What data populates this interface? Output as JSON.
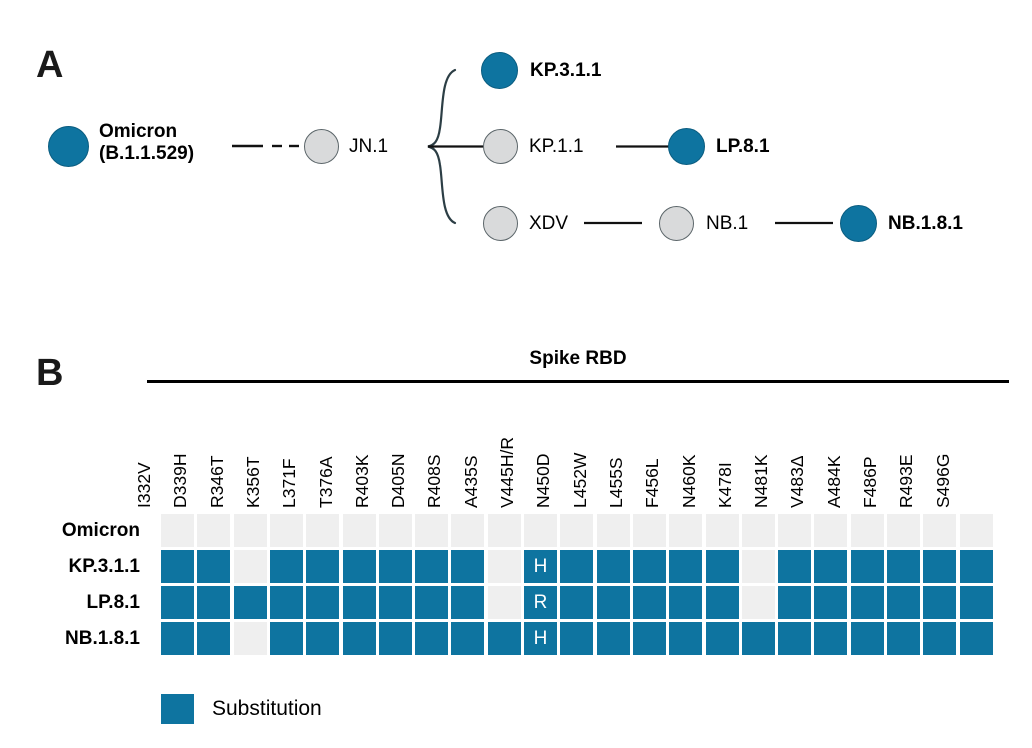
{
  "panels": {
    "a": {
      "letter": "A",
      "nodes": [
        {
          "id": "omicron",
          "label": "Omicron\n(B.1.1.529)",
          "label_line1": "Omicron",
          "label_line2": "(B.1.1.529)",
          "fill": "filled",
          "bold": true
        },
        {
          "id": "jn1",
          "label": "JN.1",
          "fill": "empty",
          "bold": false
        },
        {
          "id": "kp311",
          "label": "KP.3.1.1",
          "fill": "filled",
          "bold": true
        },
        {
          "id": "kp11",
          "label": "KP.1.1",
          "fill": "empty",
          "bold": false
        },
        {
          "id": "lp81",
          "label": "LP.8.1",
          "fill": "filled",
          "bold": true
        },
        {
          "id": "xdv",
          "label": "XDV",
          "fill": "empty",
          "bold": false
        },
        {
          "id": "nb1",
          "label": "NB.1",
          "fill": "empty",
          "bold": false
        },
        {
          "id": "nb181",
          "label": "NB.1.8.1",
          "fill": "filled",
          "bold": true
        }
      ],
      "colors": {
        "filled": "#0e74a0",
        "empty": "#d9dadb",
        "stroke": "#2c3e45"
      }
    },
    "b": {
      "letter": "B",
      "title": "Spike RBD",
      "legend_label": "Substitution",
      "legend_color": "#0e74a0",
      "empty_color": "#efefef"
    }
  },
  "chart_data": {
    "type": "heatmap",
    "title": "Spike RBD",
    "xlabel": "",
    "ylabel": "",
    "legend": [
      {
        "label": "Substitution",
        "color": "#0e74a0"
      }
    ],
    "categories": [
      "I332V",
      "D339H",
      "R346T",
      "K356T",
      "L371F",
      "T376A",
      "R403K",
      "D405N",
      "R408S",
      "A435S",
      "V445H/R",
      "N450D",
      "L452W",
      "L455S",
      "F456L",
      "N460K",
      "K478I",
      "N481K",
      "V483Δ",
      "A484K",
      "F486P",
      "R493E",
      "S496G"
    ],
    "rows": [
      {
        "name": "Omicron",
        "values": [
          0,
          0,
          0,
          0,
          0,
          0,
          0,
          0,
          0,
          0,
          0,
          0,
          0,
          0,
          0,
          0,
          0,
          0,
          0,
          0,
          0,
          0,
          0
        ],
        "labels": [
          "",
          "",
          "",
          "",
          "",
          "",
          "",
          "",
          "",
          "",
          "",
          "",
          "",
          "",
          "",
          "",
          "",
          "",
          "",
          "",
          "",
          "",
          ""
        ]
      },
      {
        "name": "KP.3.1.1",
        "values": [
          1,
          1,
          0,
          1,
          1,
          1,
          1,
          1,
          1,
          0,
          1,
          1,
          1,
          1,
          1,
          1,
          0,
          1,
          1,
          1,
          1,
          1,
          1
        ],
        "labels": [
          "",
          "",
          "",
          "",
          "",
          "",
          "",
          "",
          "",
          "",
          "H",
          "",
          "",
          "",
          "",
          "",
          "",
          "",
          "",
          "",
          "",
          "",
          ""
        ]
      },
      {
        "name": "LP.8.1",
        "values": [
          1,
          1,
          1,
          1,
          1,
          1,
          1,
          1,
          1,
          0,
          1,
          1,
          1,
          1,
          1,
          1,
          0,
          1,
          1,
          1,
          1,
          1,
          1
        ],
        "labels": [
          "",
          "",
          "",
          "",
          "",
          "",
          "",
          "",
          "",
          "",
          "R",
          "",
          "",
          "",
          "",
          "",
          "",
          "",
          "",
          "",
          "",
          "",
          ""
        ]
      },
      {
        "name": "NB.1.8.1",
        "values": [
          1,
          1,
          0,
          1,
          1,
          1,
          1,
          1,
          1,
          1,
          1,
          1,
          1,
          1,
          1,
          1,
          1,
          1,
          1,
          1,
          1,
          1,
          1
        ],
        "labels": [
          "",
          "",
          "",
          "",
          "",
          "",
          "",
          "",
          "",
          "",
          "H",
          "",
          "",
          "",
          "",
          "",
          "",
          "",
          "",
          "",
          "",
          "",
          ""
        ]
      }
    ]
  }
}
